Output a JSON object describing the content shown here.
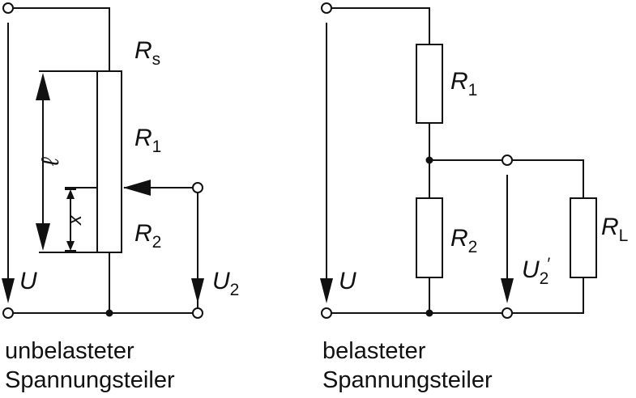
{
  "left_circuit": {
    "labels": {
      "rs_main": "R",
      "rs_sub": "s",
      "r1_main": "R",
      "r1_sub": "1",
      "r2_main": "R",
      "r2_sub": "2",
      "u": "U",
      "u2_main": "U",
      "u2_sub": "2",
      "length": "ℓ",
      "x": "x"
    },
    "caption_line1": "unbelasteter",
    "caption_line2": "Spannungsteiler"
  },
  "right_circuit": {
    "labels": {
      "r1_main": "R",
      "r1_sub": "1",
      "r2_main": "R",
      "r2_sub": "2",
      "rl_main": "R",
      "rl_sub": "L",
      "u": "U",
      "u2_main": "U",
      "u2_sub": "2",
      "u2_prime": "′"
    },
    "caption_line1": "belasteter",
    "caption_line2": "Spannungsteiler"
  }
}
